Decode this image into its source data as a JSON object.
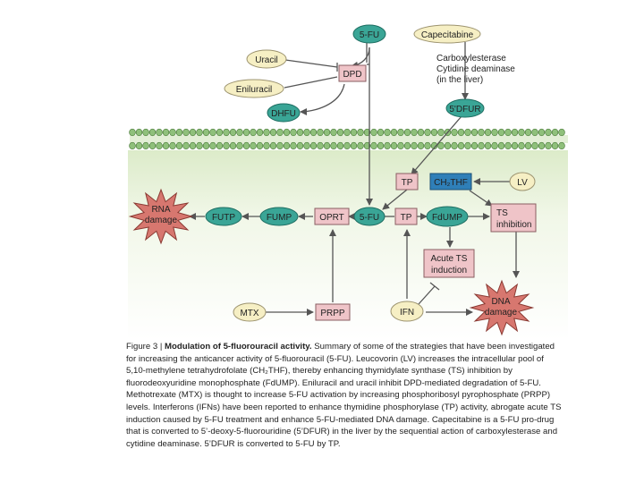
{
  "nodes": {
    "fu_top": "5-FU",
    "capecitabine": "Capecitabine",
    "uracil": "Uracil",
    "dpd": "DPD",
    "eniluracil": "Eniluracil",
    "dhfu": "DHFU",
    "dfur": "5'DFUR",
    "tp_upper": "TP",
    "ch2thf": "CH₂THF",
    "lv": "LV",
    "rna_damage_1": "RNA",
    "rna_damage_2": "damage",
    "futp": "FUTP",
    "fump": "FUMP",
    "oprt": "OPRT",
    "fu_mid": "5-FU",
    "tp_mid": "TP",
    "fdump": "FdUMP",
    "ts_inhibition_1": "TS",
    "ts_inhibition_2": "inhibition",
    "acute_ts_1": "Acute TS",
    "acute_ts_2": "induction",
    "mtx": "MTX",
    "prpp": "PRPP",
    "ifn": "IFN",
    "dna_damage_1": "DNA",
    "dna_damage_2": "damage"
  },
  "enzyme_note": [
    "Carboxylesterase",
    "Cytidine deaminase",
    "(in the liver)"
  ],
  "caption": {
    "prefix": "Figure 3 | ",
    "title": "Modulation of 5-fluorouracil activity.",
    "body": " Summary of some of the strategies that have been investigated for increasing the anticancer activity of 5-fluorouracil (5-FU). Leucovorin (LV) increases the intracellular pool of 5,10-methylene tetrahydrofolate (CH₂THF), thereby enhancing thymidylate synthase (TS) inhibition by fluorodeoxyuridine monophosphate (FdUMP). Eniluracil and uracil inhibit DPD-mediated degradation of 5-FU. Methotrexate (MTX) is thought to increase 5-FU activation by increasing phosphoribosyl pyrophosphate (PRPP) levels. Interferons (IFNs) have been reported to enhance thymidine phosphorylase (TP) activity, abrogate acute TS induction caused by 5-FU treatment and enhance 5-FU-mediated DNA damage. Capecitabine is a 5-FU pro-drug that is converted to 5’-deoxy-5-fluorouridine (5’DFUR) in the liver by the sequential action of carboxylesterase and cytidine deaminase. 5’DFUR is converted to 5-FU by TP."
  },
  "colors": {
    "teal": "#3aa596",
    "pink": "#efc4c8",
    "yellow": "#f6efc4",
    "blue": "#2f7fb8",
    "cytoplasm": "#eef5e2",
    "membrane": "#8fc07b",
    "burst": "#d7776f"
  }
}
